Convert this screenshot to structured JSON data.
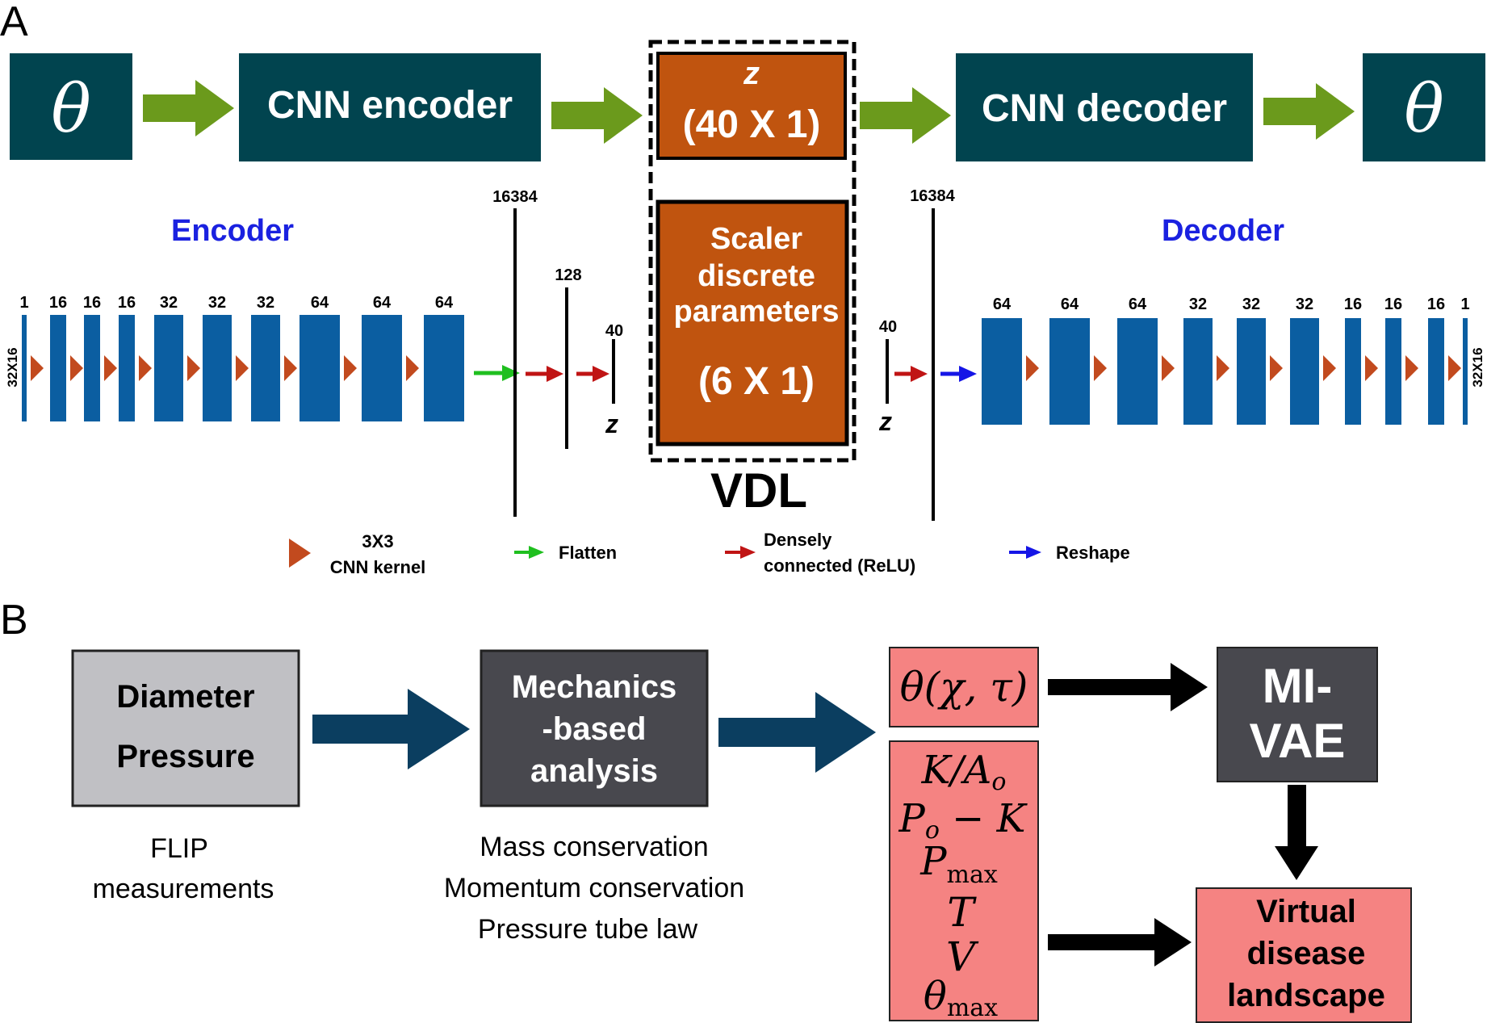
{
  "panel_a": {
    "label": "A",
    "flow": {
      "input_symbol": "θ",
      "encoder": "CNN encoder",
      "latent_z": "z",
      "latent_dims": "(40 X 1)",
      "decoder": "CNN decoder",
      "output_symbol": "θ"
    },
    "encoder_title": "Encoder",
    "decoder_title": "Decoder",
    "input_shape": "32X16",
    "output_shape": "32X16",
    "encoder_channels": [
      "1",
      "16",
      "16",
      "16",
      "32",
      "32",
      "32",
      "64",
      "64",
      "64"
    ],
    "decoder_channels": [
      "64",
      "64",
      "64",
      "32",
      "32",
      "32",
      "16",
      "16",
      "16",
      "1"
    ],
    "dense_16384_left": "16384",
    "dense_128": "128",
    "dense_40_left": "40",
    "z_left": "z",
    "scaler_lines": [
      "Scaler",
      "discrete",
      "parameters"
    ],
    "scaler_dims": "(6 X 1)",
    "vdl": "VDL",
    "dense_40_right": "40",
    "z_right": "z",
    "dense_16384_right": "16384",
    "legend": {
      "kernel_line1": "3X3",
      "kernel_line2": "CNN kernel",
      "flatten": "Flatten",
      "dense_line1": "Densely",
      "dense_line2": "connected (ReLU)",
      "reshape": "Reshape"
    },
    "colors": {
      "dark_teal": "#01444f",
      "green_arrow": "#6b9a1c",
      "orange": "#c0540f",
      "layer_blue": "#0b5ea1",
      "kernel_red": "#c24a1e",
      "flatten_green": "#1fbf1f",
      "dense_red": "#c01414",
      "reshape_blue": "#1515e6",
      "title_blue": "#1a21e0"
    }
  },
  "panel_b": {
    "label": "B",
    "input_box": [
      "Diameter",
      "Pressure"
    ],
    "input_caption": [
      "FLIP",
      "measurements"
    ],
    "mechanics_box": [
      "Mechanics",
      "-based",
      "analysis"
    ],
    "mechanics_caption": [
      "Mass conservation",
      "Momentum conservation",
      "Pressure tube law"
    ],
    "theta_func": "θ(χ, τ)",
    "param_k_ao": {
      "base": "K/A",
      "sub": "o"
    },
    "param_po_k": {
      "base": "P",
      "sub": "o",
      "rest": " − K"
    },
    "param_pmax": {
      "base": "P",
      "sub": "max"
    },
    "param_t": "T",
    "param_v": "V",
    "param_thetamax": {
      "base": "θ",
      "sub": "max"
    },
    "mivae": [
      "MI-",
      "VAE"
    ],
    "landscape": [
      "Virtual",
      "disease",
      "landscape"
    ],
    "colors": {
      "gray_box": "#c0c0c4",
      "dark_box": "#48484e",
      "pink": "#f58382",
      "navy_arrow": "#0b3e60",
      "black": "#000000"
    }
  }
}
